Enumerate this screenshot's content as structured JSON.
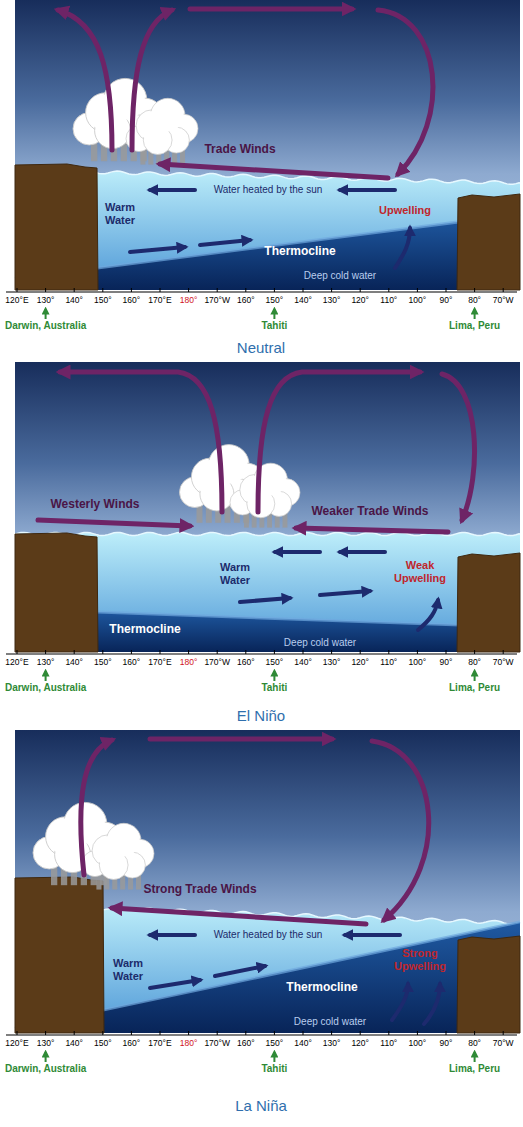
{
  "diagram": {
    "labels": [
      "Trade Winds",
      "Warm Water",
      "Water heated by the sun",
      "Upwelling",
      "Thermocline",
      "Deep cold water",
      "120°E",
      "130°",
      "140°",
      "150°",
      "160°",
      "170°E",
      "180°",
      "170°W",
      "160°",
      "150°",
      "140°",
      "130°",
      "120°",
      "110°",
      "100°",
      "90°",
      "80°",
      "70°W",
      "Darwin, Australia",
      "Tahiti",
      "Lima, Peru",
      "Neutral",
      "Westerly Winds",
      "Weaker Trade Winds",
      "Warm Water",
      "Weak Upwelling",
      "Thermocline",
      "Deep cold water",
      "120°E",
      "130°",
      "140°",
      "150°",
      "160°",
      "170°E",
      "180°",
      "170°W",
      "160°",
      "150°",
      "140°",
      "130°",
      "120°",
      "110°",
      "100°",
      "90°",
      "80°",
      "70°W",
      "Darwin, Australia",
      "Tahiti",
      "Lima, Peru",
      "El Niño",
      "Strong Trade Winds",
      "Warm Water",
      "Water heated by the sun",
      "Strong Upwelling",
      "Thermocline",
      "Deep cold water",
      "120°E",
      "130°",
      "140°",
      "150°",
      "160°",
      "170°E",
      "180°",
      "170°W",
      "160°",
      "150°",
      "140°",
      "130°",
      "120°",
      "110°",
      "100°",
      "90°",
      "80°",
      "70°W",
      "Darwin, Australia",
      "Tahiti",
      "Lima, Peru",
      "La Niña"
    ]
  }
}
